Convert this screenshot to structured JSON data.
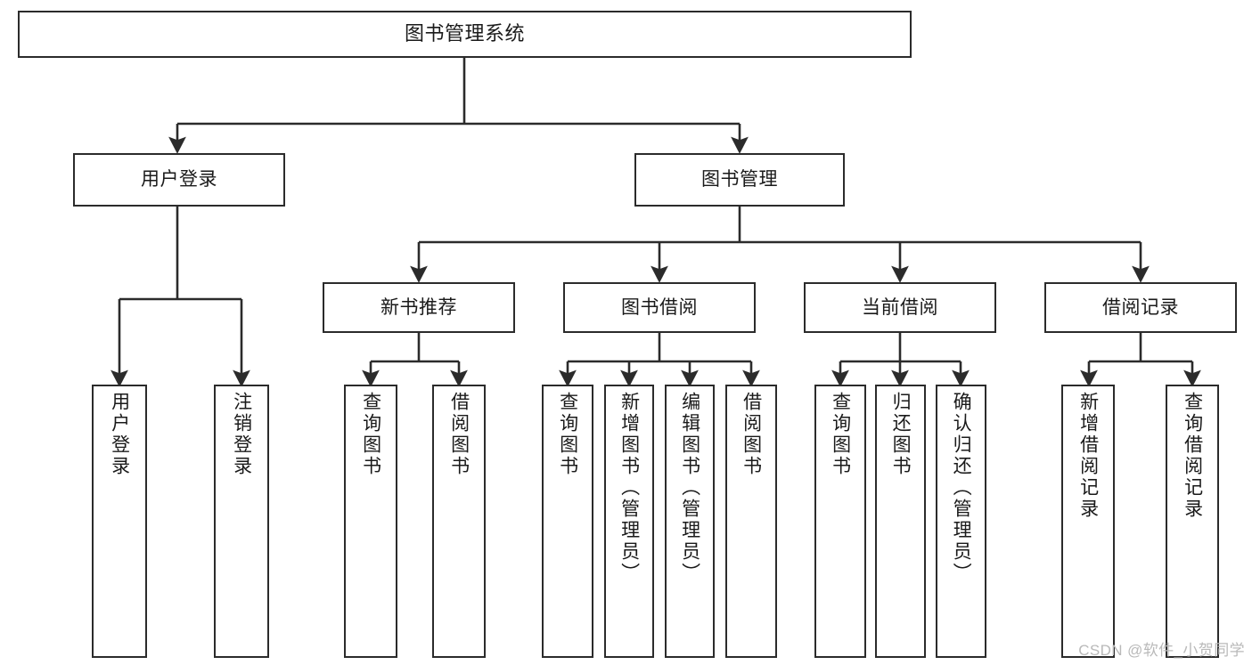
{
  "diagram": {
    "title": "图书管理系统",
    "type": "hierarchy-tree",
    "watermark": "CSDN @软件_小贺同学",
    "colors": {
      "stroke": "#2b2b2b",
      "fill": "#ffffff",
      "text": "#1a1a1a",
      "watermark": "#b9b9b9"
    },
    "levels": {
      "level1": [
        {
          "id": "root",
          "label": "图书管理系统",
          "orientation": "horizontal"
        }
      ],
      "level2": [
        {
          "id": "user-login",
          "label": "用户登录",
          "orientation": "horizontal"
        },
        {
          "id": "book-manage",
          "label": "图书管理",
          "orientation": "horizontal"
        }
      ],
      "level3": [
        {
          "id": "new-book-rec",
          "label": "新书推荐",
          "orientation": "horizontal"
        },
        {
          "id": "book-borrow",
          "label": "图书借阅",
          "orientation": "horizontal"
        },
        {
          "id": "current-borrow",
          "label": "当前借阅",
          "orientation": "horizontal"
        },
        {
          "id": "borrow-record",
          "label": "借阅记录",
          "orientation": "horizontal"
        }
      ],
      "level4": [
        {
          "id": "leaf-user-login",
          "label": "用户登录",
          "parent": "user-login",
          "orientation": "vertical"
        },
        {
          "id": "leaf-logout",
          "label": "注销登录",
          "parent": "user-login",
          "orientation": "vertical"
        },
        {
          "id": "leaf-query-book-1",
          "label": "查询图书",
          "parent": "new-book-rec",
          "orientation": "vertical"
        },
        {
          "id": "leaf-borrow-book-1",
          "label": "借阅图书",
          "parent": "new-book-rec",
          "orientation": "vertical"
        },
        {
          "id": "leaf-query-book-2",
          "label": "查询图书",
          "parent": "book-borrow",
          "orientation": "vertical"
        },
        {
          "id": "leaf-add-book",
          "label": "新增图书（管理员）",
          "parent": "book-borrow",
          "orientation": "vertical"
        },
        {
          "id": "leaf-edit-book",
          "label": "编辑图书（管理员）",
          "parent": "book-borrow",
          "orientation": "vertical"
        },
        {
          "id": "leaf-borrow-book-2",
          "label": "借阅图书",
          "parent": "book-borrow",
          "orientation": "vertical"
        },
        {
          "id": "leaf-query-book-3",
          "label": "查询图书",
          "parent": "current-borrow",
          "orientation": "vertical"
        },
        {
          "id": "leaf-return-book",
          "label": "归还图书",
          "parent": "current-borrow",
          "orientation": "vertical"
        },
        {
          "id": "leaf-confirm-return",
          "label": "确认归还（管理员）",
          "parent": "current-borrow",
          "orientation": "vertical"
        },
        {
          "id": "leaf-add-record",
          "label": "新增借阅记录",
          "parent": "borrow-record",
          "orientation": "vertical"
        },
        {
          "id": "leaf-query-record",
          "label": "查询借阅记录",
          "parent": "borrow-record",
          "orientation": "vertical"
        }
      ]
    }
  }
}
